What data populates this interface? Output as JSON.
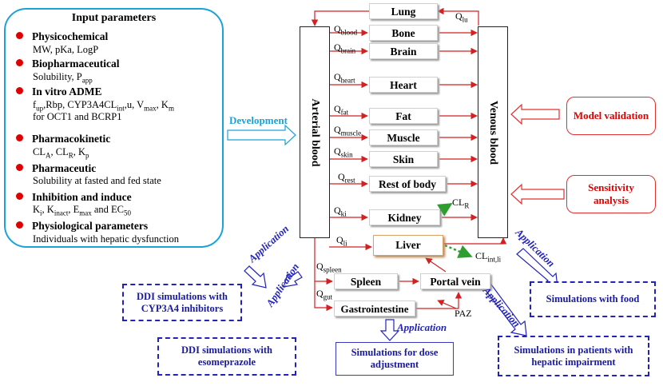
{
  "inputs": {
    "title": "Input parameters",
    "categories": [
      {
        "name": "Physicochemical",
        "details": [
          "MW, pKa, LogP"
        ]
      },
      {
        "name": "Biopharmaceutical",
        "details": [
          "Solubility, P_app"
        ]
      },
      {
        "name": "In vitro ADME",
        "details": [
          "f_up,Rbp, CYP3A4CL_int,u, V_max, K_m",
          "for OCT1 and BCRP1"
        ]
      },
      {
        "name": "Pharmacokinetic",
        "details": [
          "CL_A, CL_R, K_p"
        ]
      },
      {
        "name": "Pharmaceutic",
        "details": [
          "Solubility at fasted and fed state"
        ]
      },
      {
        "name": "Inhibition and induce",
        "details": [
          "K_i, K_inact, E_max and EC_50"
        ]
      },
      {
        "name": "Physiological parameters",
        "details": [
          "Individuals with hepatic dysfunction"
        ]
      }
    ]
  },
  "development_label": "Development",
  "arterial_label": "Arterial  blood",
  "venous_label": "Venous  blood",
  "organs": {
    "lung": "Lung",
    "bone": "Bone",
    "brain": "Brain",
    "heart": "Heart",
    "fat": "Fat",
    "muscle": "Muscle",
    "skin": "Skin",
    "rest": "Rest of body",
    "kidney": "Kidney",
    "liver": "Liver",
    "spleen": "Spleen",
    "portal": "Portal vein",
    "gi": "Gastrointestine"
  },
  "flows": {
    "q_lu": {
      "main": "Q",
      "sub": "lu"
    },
    "q_blood": {
      "main": "Q",
      "sub": "blood"
    },
    "q_brain": {
      "main": "Q",
      "sub": "brain"
    },
    "q_heart": {
      "main": "Q",
      "sub": "heart"
    },
    "q_fat": {
      "main": "Q",
      "sub": "fat"
    },
    "q_muscle": {
      "main": "Q",
      "sub": "muscle"
    },
    "q_skin": {
      "main": "Q",
      "sub": "skin"
    },
    "q_rest": {
      "main": "Q",
      "sub": "rest"
    },
    "q_ki": {
      "main": "Q",
      "sub": "ki"
    },
    "q_li": {
      "main": "Q",
      "sub": "li"
    },
    "q_spleen": {
      "main": "Q",
      "sub": "spleen"
    },
    "q_gut": {
      "main": "Q",
      "sub": "gut"
    },
    "cl_r": {
      "main": "CL",
      "sub": "R"
    },
    "cl_int_li": {
      "main": "CL",
      "sub": "int,li"
    },
    "paz": "PAZ"
  },
  "model_validation": "Model validation",
  "sensitivity_analysis": "Sensitivity analysis",
  "application_label": "Application",
  "outputs": {
    "ddi_cyp3a4": "DDI simulations with CYP3A4 inhibitors",
    "ddi_esomeprazole": "DDI simulations with esomeprazole",
    "dose_adjustment": "Simulations for dose adjustment",
    "hepatic_impairment": "Simulations in patients with hepatic impairment",
    "food": "Simulations with food"
  },
  "colors": {
    "red": "#e00000",
    "blue": "#2323b8",
    "cyan": "#1aa3d9",
    "green": "#2e9e2e",
    "liver_border": "#d9a36a"
  }
}
